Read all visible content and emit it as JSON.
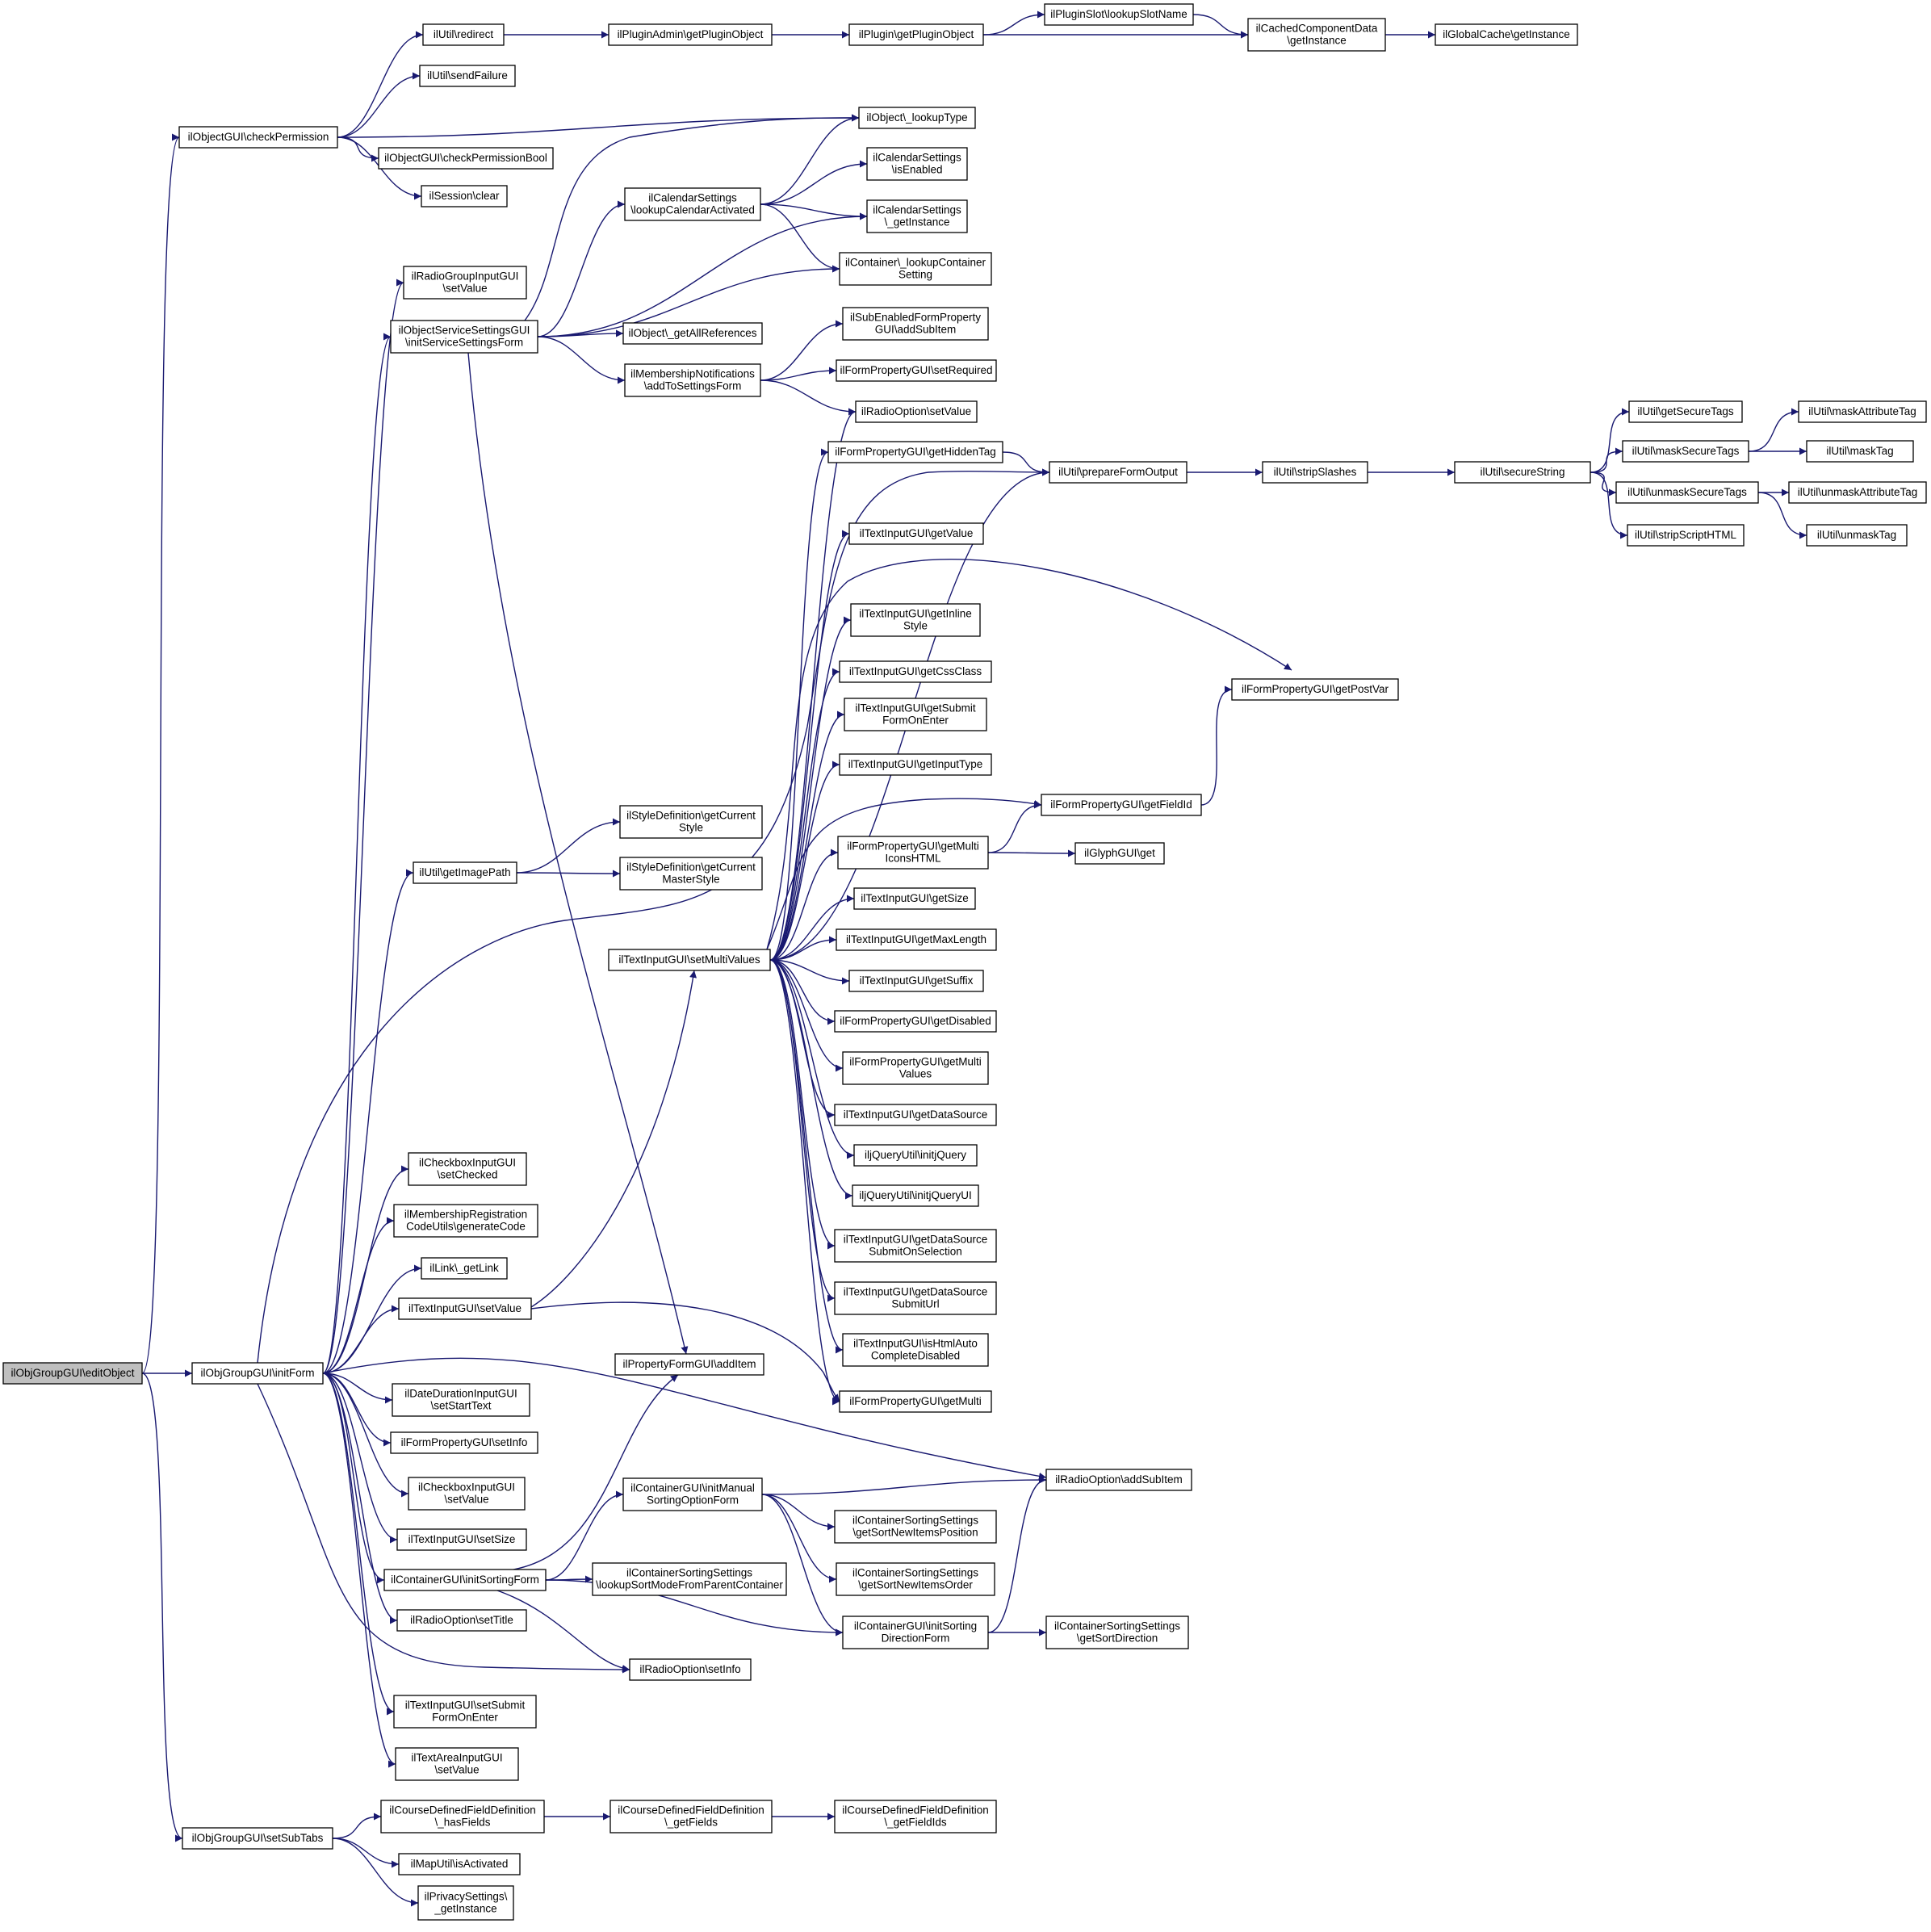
{
  "graph": {
    "type": "call-graph",
    "colors": {
      "edge": "#191970",
      "root_fill": "#bfbfbf",
      "node_fill": "#ffffff",
      "node_border": "#000000"
    },
    "nodes": [
      {
        "id": "n0",
        "lines": [
          "ilObjGroupGUI\\editObject"
        ],
        "root": true
      },
      {
        "id": "n1",
        "lines": [
          "ilObjectGUI\\checkPermission"
        ]
      },
      {
        "id": "n2",
        "lines": [
          "ilObjGroupGUI\\initForm"
        ]
      },
      {
        "id": "n3",
        "lines": [
          "ilObjGroupGUI\\setSubTabs"
        ]
      },
      {
        "id": "n4",
        "lines": [
          "ilUtil\\redirect"
        ]
      },
      {
        "id": "n5",
        "lines": [
          "ilUtil\\sendFailure"
        ]
      },
      {
        "id": "n6",
        "lines": [
          "ilObjectGUI\\checkPermissionBool"
        ]
      },
      {
        "id": "n7",
        "lines": [
          "ilSession\\clear"
        ]
      },
      {
        "id": "n8",
        "lines": [
          "ilPluginAdmin\\getPluginObject"
        ]
      },
      {
        "id": "n9",
        "lines": [
          "ilPlugin\\getPluginObject"
        ]
      },
      {
        "id": "n10",
        "lines": [
          "ilPluginSlot\\lookupSlotName"
        ]
      },
      {
        "id": "n11",
        "lines": [
          "ilCachedComponentData",
          "\\getInstance"
        ]
      },
      {
        "id": "n12",
        "lines": [
          "ilGlobalCache\\getInstance"
        ]
      },
      {
        "id": "n13",
        "lines": [
          "ilObject\\_lookupType"
        ]
      },
      {
        "id": "n14",
        "lines": [
          "ilRadioGroupInputGUI",
          "\\setValue"
        ]
      },
      {
        "id": "n15",
        "lines": [
          "ilObjectServiceSettingsGUI",
          "\\initServiceSettingsForm"
        ]
      },
      {
        "id": "n16",
        "lines": [
          "ilCalendarSettings",
          "\\lookupCalendarActivated"
        ]
      },
      {
        "id": "n17",
        "lines": [
          "ilCalendarSettings",
          "\\isEnabled"
        ]
      },
      {
        "id": "n18",
        "lines": [
          "ilCalendarSettings",
          "\\_getInstance"
        ]
      },
      {
        "id": "n19",
        "lines": [
          "ilContainer\\_lookupContainer",
          "Setting"
        ]
      },
      {
        "id": "n20",
        "lines": [
          "ilObject\\_getAllReferences"
        ]
      },
      {
        "id": "n21",
        "lines": [
          "ilMembershipNotifications",
          "\\addToSettingsForm"
        ]
      },
      {
        "id": "n22",
        "lines": [
          "ilSubEnabledFormProperty",
          "GUI\\addSubItem"
        ]
      },
      {
        "id": "n23",
        "lines": [
          "ilFormPropertyGUI\\setRequired"
        ]
      },
      {
        "id": "n24",
        "lines": [
          "ilRadioOption\\setValue"
        ]
      },
      {
        "id": "n25",
        "lines": [
          "ilFormPropertyGUI\\getHiddenTag"
        ]
      },
      {
        "id": "n26",
        "lines": [
          "ilUtil\\prepareFormOutput"
        ]
      },
      {
        "id": "n27",
        "lines": [
          "ilUtil\\stripSlashes"
        ]
      },
      {
        "id": "n28",
        "lines": [
          "ilUtil\\secureString"
        ]
      },
      {
        "id": "n29",
        "lines": [
          "ilUtil\\getSecureTags"
        ]
      },
      {
        "id": "n30",
        "lines": [
          "ilUtil\\maskSecureTags"
        ]
      },
      {
        "id": "n31",
        "lines": [
          "ilUtil\\maskAttributeTag"
        ]
      },
      {
        "id": "n32",
        "lines": [
          "ilUtil\\maskTag"
        ]
      },
      {
        "id": "n33",
        "lines": [
          "ilUtil\\unmaskSecureTags"
        ]
      },
      {
        "id": "n34",
        "lines": [
          "ilUtil\\unmaskAttributeTag"
        ]
      },
      {
        "id": "n35",
        "lines": [
          "ilUtil\\stripScriptHTML"
        ]
      },
      {
        "id": "n36",
        "lines": [
          "ilUtil\\unmaskTag"
        ]
      },
      {
        "id": "n37",
        "lines": [
          "ilTextInputGUI\\getValue"
        ]
      },
      {
        "id": "n38",
        "lines": [
          "ilTextInputGUI\\getInline",
          "Style"
        ]
      },
      {
        "id": "n39",
        "lines": [
          "ilTextInputGUI\\getCssClass"
        ]
      },
      {
        "id": "n40",
        "lines": [
          "ilTextInputGUI\\getSubmit",
          "FormOnEnter"
        ]
      },
      {
        "id": "n41",
        "lines": [
          "ilFormPropertyGUI\\getPostVar"
        ]
      },
      {
        "id": "n42",
        "lines": [
          "ilTextInputGUI\\getInputType"
        ]
      },
      {
        "id": "n43",
        "lines": [
          "ilFormPropertyGUI\\getFieldId"
        ]
      },
      {
        "id": "n44",
        "lines": [
          "ilStyleDefinition\\getCurrent",
          "Style"
        ]
      },
      {
        "id": "n45",
        "lines": [
          "ilFormPropertyGUI\\getMulti",
          "IconsHTML"
        ]
      },
      {
        "id": "n46",
        "lines": [
          "ilGlyphGUI\\get"
        ]
      },
      {
        "id": "n47",
        "lines": [
          "ilUtil\\getImagePath"
        ]
      },
      {
        "id": "n48",
        "lines": [
          "ilStyleDefinition\\getCurrent",
          "MasterStyle"
        ]
      },
      {
        "id": "n49",
        "lines": [
          "ilTextInputGUI\\getSize"
        ]
      },
      {
        "id": "n50",
        "lines": [
          "ilTextInputGUI\\setMultiValues"
        ]
      },
      {
        "id": "n51",
        "lines": [
          "ilTextInputGUI\\getMaxLength"
        ]
      },
      {
        "id": "n52",
        "lines": [
          "ilTextInputGUI\\getSuffix"
        ]
      },
      {
        "id": "n53",
        "lines": [
          "ilFormPropertyGUI\\getDisabled"
        ]
      },
      {
        "id": "n54",
        "lines": [
          "ilFormPropertyGUI\\getMulti",
          "Values"
        ]
      },
      {
        "id": "n55",
        "lines": [
          "ilTextInputGUI\\getDataSource"
        ]
      },
      {
        "id": "n56",
        "lines": [
          "ilCheckboxInputGUI",
          "\\setChecked"
        ]
      },
      {
        "id": "n57",
        "lines": [
          "iljQueryUtil\\initjQuery"
        ]
      },
      {
        "id": "n58",
        "lines": [
          "ilMembershipRegistration",
          "CodeUtils\\generateCode"
        ]
      },
      {
        "id": "n59",
        "lines": [
          "iljQueryUtil\\initjQueryUI"
        ]
      },
      {
        "id": "n60",
        "lines": [
          "ilTextInputGUI\\getDataSource",
          "SubmitOnSelection"
        ]
      },
      {
        "id": "n61",
        "lines": [
          "ilLink\\_getLink"
        ]
      },
      {
        "id": "n62",
        "lines": [
          "ilTextInputGUI\\setValue"
        ]
      },
      {
        "id": "n63",
        "lines": [
          "ilTextInputGUI\\getDataSource",
          "SubmitUrl"
        ]
      },
      {
        "id": "n64",
        "lines": [
          "ilTextInputGUI\\isHtmlAuto",
          "CompleteDisabled"
        ]
      },
      {
        "id": "n65",
        "lines": [
          "ilPropertyFormGUI\\addItem"
        ]
      },
      {
        "id": "n66",
        "lines": [
          "ilFormPropertyGUI\\getMulti"
        ]
      },
      {
        "id": "n67",
        "lines": [
          "ilDateDurationInputGUI",
          "\\setStartText"
        ]
      },
      {
        "id": "n68",
        "lines": [
          "ilFormPropertyGUI\\setInfo"
        ]
      },
      {
        "id": "n69",
        "lines": [
          "ilRadioOption\\addSubItem"
        ]
      },
      {
        "id": "n70",
        "lines": [
          "ilCheckboxInputGUI",
          "\\setValue"
        ]
      },
      {
        "id": "n71",
        "lines": [
          "ilContainerGUI\\initManual",
          "SortingOptionForm"
        ]
      },
      {
        "id": "n72",
        "lines": [
          "ilContainerSortingSettings",
          "\\getSortNewItemsPosition"
        ]
      },
      {
        "id": "n73",
        "lines": [
          "ilTextInputGUI\\setSize"
        ]
      },
      {
        "id": "n74",
        "lines": [
          "ilContainerSortingSettings",
          "\\getSortNewItemsOrder"
        ]
      },
      {
        "id": "n75",
        "lines": [
          "ilContainerGUI\\initSortingForm"
        ]
      },
      {
        "id": "n76",
        "lines": [
          "ilContainerSortingSettings",
          "\\lookupSortModeFromParentContainer"
        ]
      },
      {
        "id": "n77",
        "lines": [
          "ilRadioOption\\setTitle"
        ]
      },
      {
        "id": "n78",
        "lines": [
          "ilContainerGUI\\initSorting",
          "DirectionForm"
        ]
      },
      {
        "id": "n79",
        "lines": [
          "ilContainerSortingSettings",
          "\\getSortDirection"
        ]
      },
      {
        "id": "n80",
        "lines": [
          "ilRadioOption\\setInfo"
        ]
      },
      {
        "id": "n81",
        "lines": [
          "ilTextInputGUI\\setSubmit",
          "FormOnEnter"
        ]
      },
      {
        "id": "n82",
        "lines": [
          "ilTextAreaInputGUI",
          "\\setValue"
        ]
      },
      {
        "id": "n83",
        "lines": [
          "ilCourseDefinedFieldDefinition",
          "\\_hasFields"
        ]
      },
      {
        "id": "n84",
        "lines": [
          "ilCourseDefinedFieldDefinition",
          "\\_getFields"
        ]
      },
      {
        "id": "n85",
        "lines": [
          "ilCourseDefinedFieldDefinition",
          "\\_getFieldIds"
        ]
      },
      {
        "id": "n86",
        "lines": [
          "ilMapUtil\\isActivated"
        ]
      },
      {
        "id": "n87",
        "lines": [
          "ilPrivacySettings\\",
          "_getInstance"
        ]
      }
    ],
    "edges": [
      [
        "n0",
        "n1"
      ],
      [
        "n0",
        "n2"
      ],
      [
        "n0",
        "n3"
      ],
      [
        "n1",
        "n4"
      ],
      [
        "n1",
        "n5"
      ],
      [
        "n1",
        "n13"
      ],
      [
        "n1",
        "n6"
      ],
      [
        "n1",
        "n7"
      ],
      [
        "n4",
        "n8"
      ],
      [
        "n8",
        "n9"
      ],
      [
        "n9",
        "n10"
      ],
      [
        "n9",
        "n11"
      ],
      [
        "n10",
        "n11"
      ],
      [
        "n11",
        "n12"
      ],
      [
        "n2",
        "n14"
      ],
      [
        "n2",
        "n15"
      ],
      [
        "n2",
        "n47"
      ],
      [
        "n2",
        "n26"
      ],
      [
        "n2",
        "n56"
      ],
      [
        "n2",
        "n58"
      ],
      [
        "n2",
        "n61"
      ],
      [
        "n2",
        "n62"
      ],
      [
        "n2",
        "n69"
      ],
      [
        "n2",
        "n67"
      ],
      [
        "n2",
        "n68"
      ],
      [
        "n2",
        "n70"
      ],
      [
        "n2",
        "n73"
      ],
      [
        "n2",
        "n75"
      ],
      [
        "n2",
        "n77"
      ],
      [
        "n2",
        "n80"
      ],
      [
        "n2",
        "n81"
      ],
      [
        "n2",
        "n82"
      ],
      [
        "n15",
        "n13"
      ],
      [
        "n15",
        "n16"
      ],
      [
        "n15",
        "n18"
      ],
      [
        "n15",
        "n19"
      ],
      [
        "n15",
        "n20"
      ],
      [
        "n15",
        "n21"
      ],
      [
        "n15",
        "n65"
      ],
      [
        "n16",
        "n13"
      ],
      [
        "n16",
        "n17"
      ],
      [
        "n16",
        "n18"
      ],
      [
        "n16",
        "n19"
      ],
      [
        "n21",
        "n22"
      ],
      [
        "n21",
        "n23"
      ],
      [
        "n21",
        "n24"
      ],
      [
        "n25",
        "n26"
      ],
      [
        "n26",
        "n27"
      ],
      [
        "n27",
        "n28"
      ],
      [
        "n28",
        "n29"
      ],
      [
        "n28",
        "n30"
      ],
      [
        "n28",
        "n33"
      ],
      [
        "n28",
        "n35"
      ],
      [
        "n30",
        "n31"
      ],
      [
        "n30",
        "n32"
      ],
      [
        "n33",
        "n34"
      ],
      [
        "n33",
        "n36"
      ],
      [
        "n47",
        "n44"
      ],
      [
        "n47",
        "n48"
      ],
      [
        "n50",
        "n24"
      ],
      [
        "n50",
        "n25"
      ],
      [
        "n50",
        "n26"
      ],
      [
        "n50",
        "n37"
      ],
      [
        "n50",
        "n38"
      ],
      [
        "n50",
        "n39"
      ],
      [
        "n50",
        "n40"
      ],
      [
        "n50",
        "n41"
      ],
      [
        "n50",
        "n42"
      ],
      [
        "n50",
        "n43"
      ],
      [
        "n50",
        "n45"
      ],
      [
        "n50",
        "n49"
      ],
      [
        "n50",
        "n51"
      ],
      [
        "n50",
        "n52"
      ],
      [
        "n50",
        "n53"
      ],
      [
        "n50",
        "n54"
      ],
      [
        "n50",
        "n55"
      ],
      [
        "n50",
        "n57"
      ],
      [
        "n50",
        "n59"
      ],
      [
        "n50",
        "n60"
      ],
      [
        "n50",
        "n63"
      ],
      [
        "n50",
        "n64"
      ],
      [
        "n50",
        "n66"
      ],
      [
        "n43",
        "n41"
      ],
      [
        "n45",
        "n43"
      ],
      [
        "n45",
        "n46"
      ],
      [
        "n62",
        "n50"
      ],
      [
        "n62",
        "n66"
      ],
      [
        "n75",
        "n65"
      ],
      [
        "n75",
        "n71"
      ],
      [
        "n75",
        "n76"
      ],
      [
        "n75",
        "n78"
      ],
      [
        "n75",
        "n80"
      ],
      [
        "n71",
        "n69"
      ],
      [
        "n71",
        "n72"
      ],
      [
        "n71",
        "n74"
      ],
      [
        "n71",
        "n78"
      ],
      [
        "n78",
        "n69"
      ],
      [
        "n78",
        "n79"
      ],
      [
        "n3",
        "n83"
      ],
      [
        "n3",
        "n86"
      ],
      [
        "n3",
        "n87"
      ],
      [
        "n83",
        "n84"
      ],
      [
        "n84",
        "n85"
      ]
    ]
  }
}
